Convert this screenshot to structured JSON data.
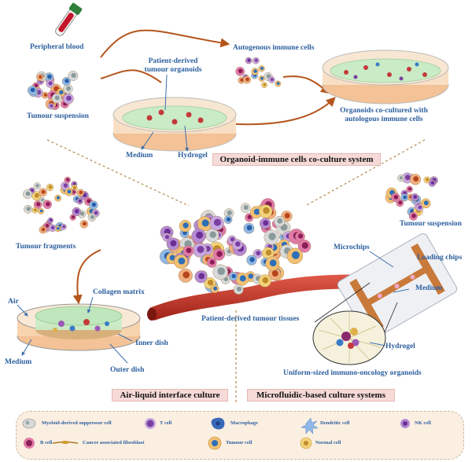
{
  "colors": {
    "label_blue": "#2c5f9e",
    "arrow_brown": "#b4551c",
    "title_box": "#f6dad8",
    "legend_bg": "#fbefe2",
    "dish_green": "#c9ecc7",
    "dish_orange": "#f3c296",
    "vessel_red": "#c4352c"
  },
  "coculture": {
    "peripheral_blood": "Peripheral blood",
    "tumour_suspension": "Tumour suspension",
    "patient_derived_organoids": "Patient-derived\ntumour organoids",
    "autogenous_immune": "Autogenous immune cells",
    "organoids_cocultured": "Organoids co-cultured with\nautologous immune cells",
    "medium": "Medium",
    "hydrogel": "Hydrogel",
    "title": "Organoid-immune cells co-culture system"
  },
  "center": {
    "tissue_label": "Patient-derived tumour tissues"
  },
  "ali": {
    "tumour_fragments": "Tumour fragments",
    "collagen_matrix": "Collagen matrix",
    "air": "Air",
    "inner_dish": "Inner dish",
    "medium": "Medium",
    "outer_dish": "Outer dish",
    "title": "Air-liquid interface culture"
  },
  "microfluidic": {
    "tumour_suspension": "Tumour suspension",
    "microchips": "Microchips",
    "loading_chips": "Loading chips",
    "medium": "Medium",
    "hydrogel": "Hydrogel",
    "uniform_organoids": "Uniform-sized immuno-oncology organoids",
    "title": "Microfluidic-based culture systems"
  },
  "legend": {
    "items": [
      {
        "label": "Myeloid-derived suppressor cell",
        "icon": "mdsc-icon"
      },
      {
        "label": "T cell",
        "icon": "t-cell-icon"
      },
      {
        "label": "Macrophage",
        "icon": "macrophage-icon"
      },
      {
        "label": "Dendritic cell",
        "icon": "dendritic-cell-icon"
      },
      {
        "label": "NK cell",
        "icon": "nk-cell-icon"
      },
      {
        "label": "B cell",
        "icon": "b-cell-icon"
      },
      {
        "label": "Cancer associated fibroblast",
        "icon": "fibroblast-icon"
      },
      {
        "label": "Tumour cell",
        "icon": "tumour-cell-icon"
      },
      {
        "label": "Normal cell",
        "icon": "normal-cell-icon"
      }
    ]
  }
}
